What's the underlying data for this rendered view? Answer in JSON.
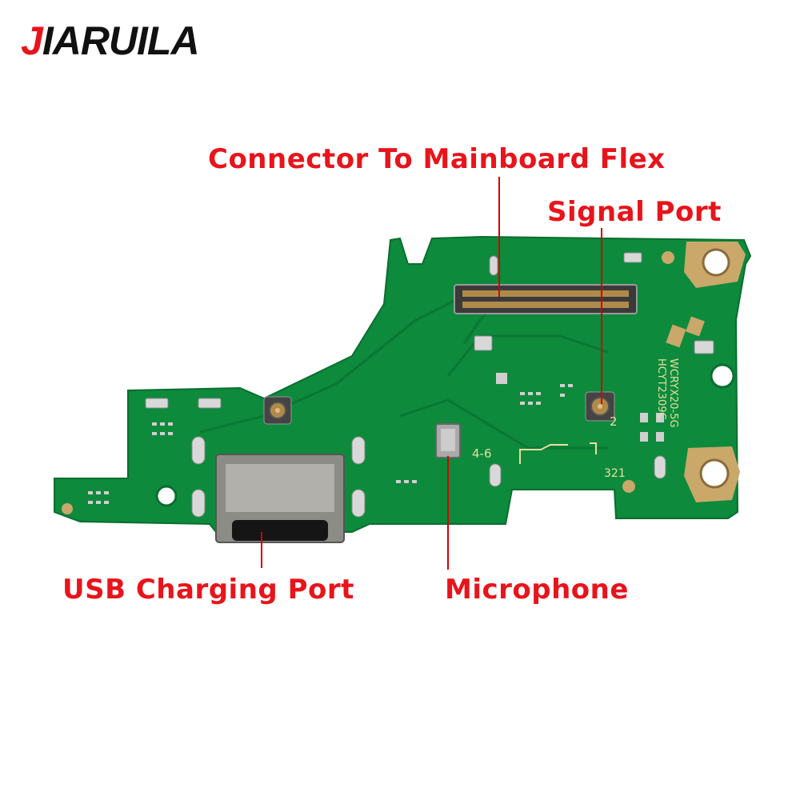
{
  "brand": {
    "first_letter": "J",
    "rest": "IARUILA",
    "accent_color": "#e8141b"
  },
  "labels": {
    "connector": "Connector To Mainboard Flex",
    "signal_port": "Signal Port",
    "usb_port": "USB Charging Port",
    "microphone": "Microphone"
  },
  "board_markings": {
    "model_line1": "WCRYX20-5G",
    "model_line2": "HCYT2309C",
    "silk_4_6": "4-6",
    "silk_2": "2",
    "silk_321": "321"
  },
  "colors": {
    "pcb": "#0d8a3c",
    "pcb_dark": "#0a6e30",
    "gold": "#c9a86a",
    "label_red": "#e8141b"
  }
}
